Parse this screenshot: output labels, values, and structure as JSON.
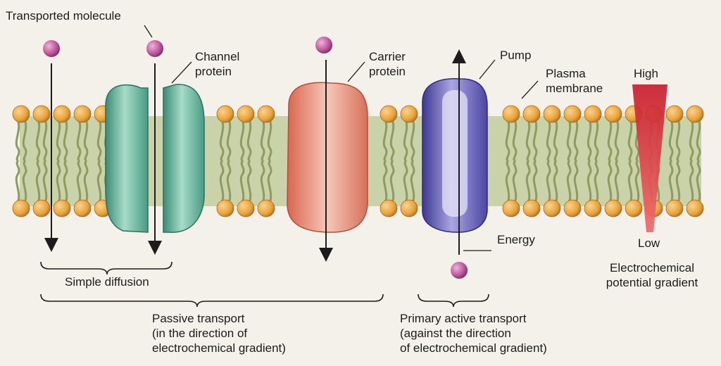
{
  "labels": {
    "transported_molecule": "Transported molecule",
    "channel_protein": [
      "Channel",
      "protein"
    ],
    "carrier_protein": [
      "Carrier",
      "protein"
    ],
    "pump": "Pump",
    "plasma_membrane": [
      "Plasma",
      "membrane"
    ],
    "high": "High",
    "low": "Low",
    "energy": "Energy",
    "simple_diffusion": "Simple diffusion",
    "electrochemical_gradient": [
      "Electrochemical",
      "potential gradient"
    ],
    "passive_transport": [
      "Passive transport",
      "(in the direction of",
      "electrochemical gradient)"
    ],
    "primary_active_transport": [
      "Primary active transport",
      "(against the direction",
      "of electrochemical gradient)"
    ]
  },
  "colors": {
    "background": "#f3f1ea",
    "head_group": "#e8a23a",
    "lipid_core": "#c9d2a9",
    "tail": "#8f9a5f",
    "channel_protein": "#5fae98",
    "carrier_protein": "#e58a78",
    "pump": "#6a63b8",
    "molecule": "#b84f95",
    "gradient_arrow": "#e0303a"
  }
}
